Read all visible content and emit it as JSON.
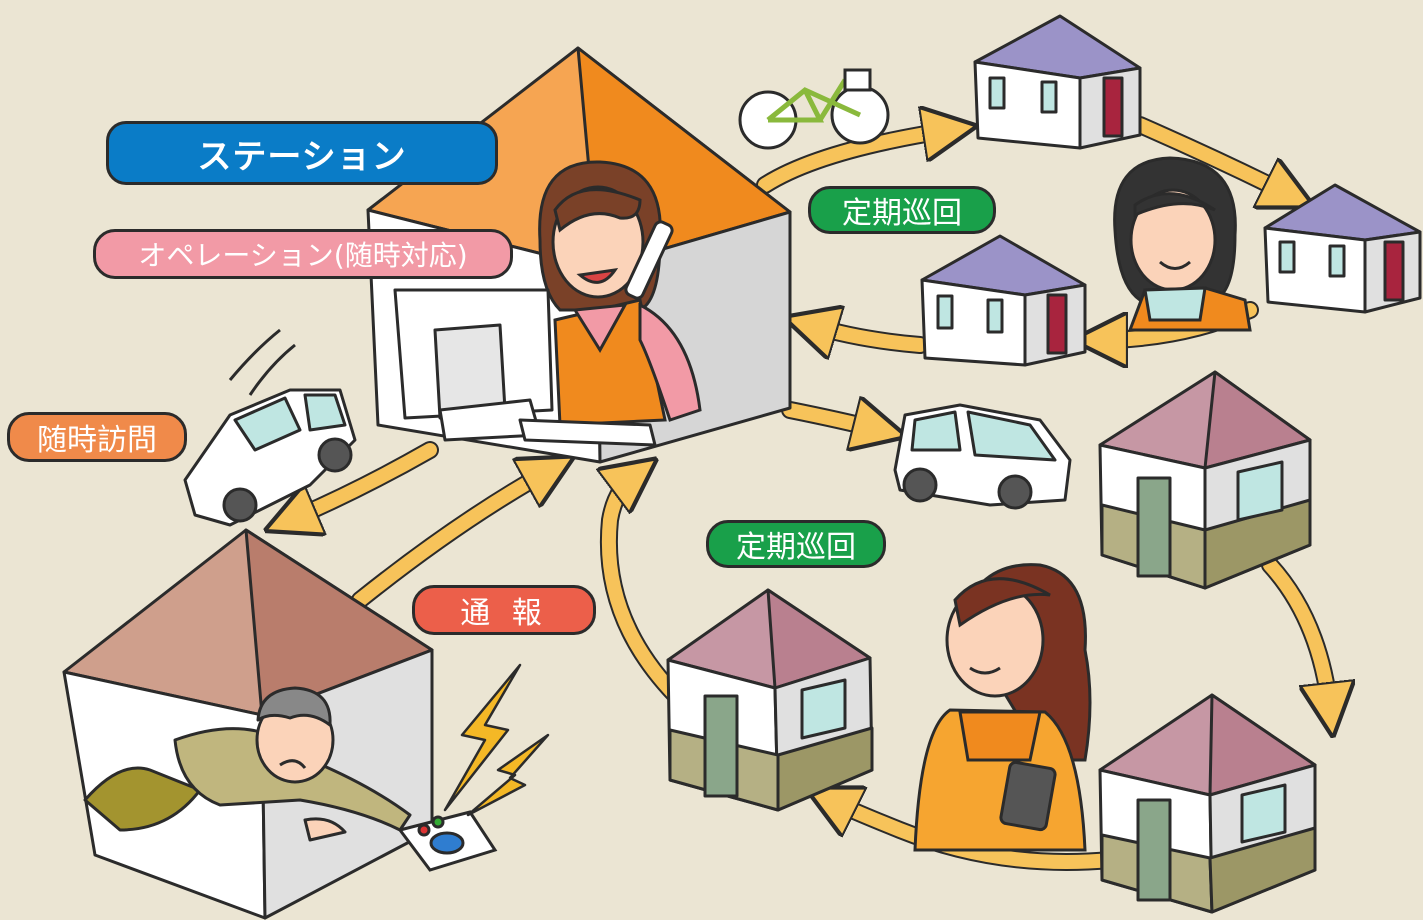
{
  "labels": {
    "station": "ステーション",
    "operation": "オペレーション(随時対応)",
    "visit": "随時訪問",
    "patrol_top": "定期巡回",
    "patrol_bottom": "定期巡回",
    "report": "通 報"
  },
  "colors": {
    "background": "#ebe5d3",
    "station": "#0a7cc7",
    "operation": "#f29aa6",
    "visit": "#f08a4a",
    "patrol": "#19a04a",
    "report": "#ec5f4a",
    "arrow": "#f7c35a"
  },
  "icons": [
    "station-house",
    "operator-woman-phone",
    "computer-monitor",
    "car-icon",
    "bicycle-icon",
    "house-icon",
    "elderly-man-fallen",
    "call-button-device",
    "lightning-icon",
    "caregiver-woman",
    "tablet-icon"
  ]
}
